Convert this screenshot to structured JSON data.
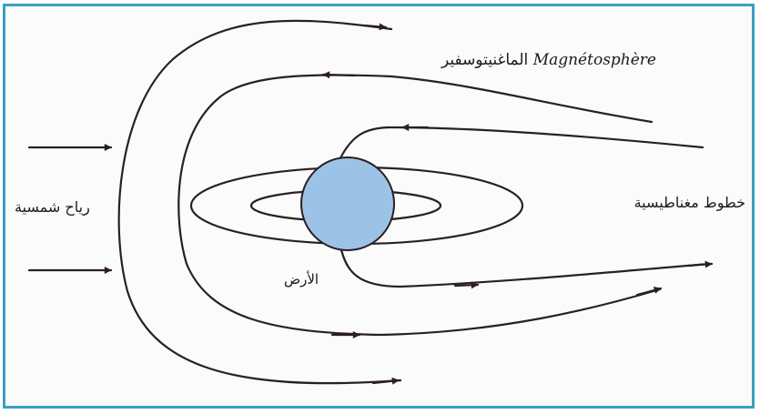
{
  "labels": {
    "magnetosphere_ar": "الماغنيتوسفير",
    "magnetosphere_fr": "Magnétosphère",
    "solar_wind": "رياح شمسية",
    "field_lines": "خطوط مغناطيسية",
    "earth": "الأرض"
  },
  "colors": {
    "frame_border": "#3a9fc1",
    "earth_fill": "#9cc3e6",
    "line": "#2a1f24"
  }
}
